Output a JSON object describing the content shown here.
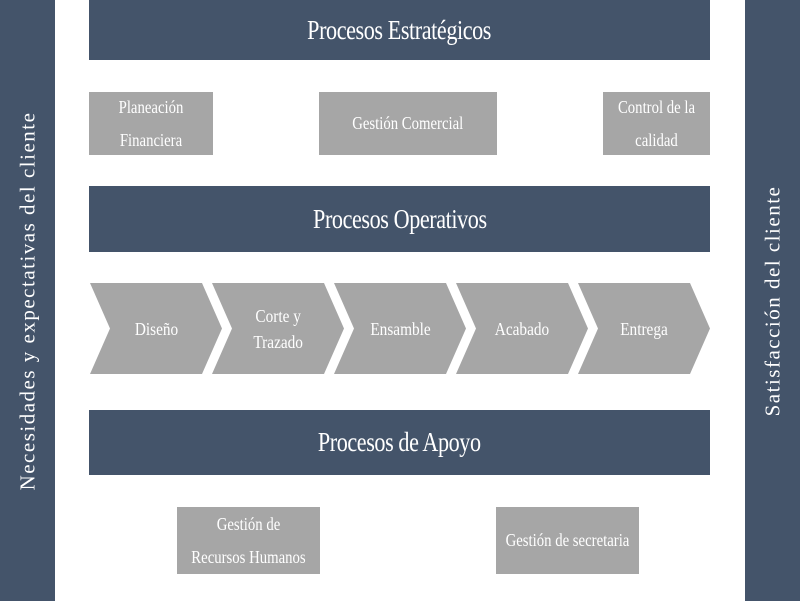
{
  "left_bar": {
    "text": "Necesidades y expectativas del cliente"
  },
  "right_bar": {
    "text": "Satisfacción del cliente"
  },
  "strategic": {
    "title": "Procesos Estratégicos",
    "items": [
      "Planeación Financiera",
      "Gestión Comercial",
      "Control de la calidad"
    ]
  },
  "operative": {
    "title": "Procesos Operativos",
    "steps": [
      "Diseño",
      "Corte y\nTrazado",
      "Ensamble",
      "Acabado",
      "Entrega"
    ]
  },
  "support": {
    "title": "Procesos de Apoyo",
    "items": [
      "Gestión de Recursos Humanos",
      "Gestión de secretaria"
    ]
  },
  "colors": {
    "dark": "#44546a",
    "grey": "#a6a6a6",
    "text": "#ffffff"
  }
}
